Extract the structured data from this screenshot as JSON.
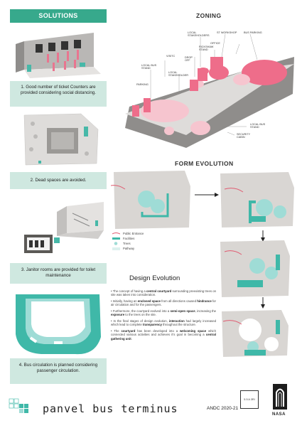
{
  "solutions": {
    "header": "SOLUTIONS",
    "items": [
      {
        "caption": "1. Good number of ticket Counters are provided considering social distancing."
      },
      {
        "caption": "2. Dead spaces are avoided."
      },
      {
        "caption": "3. Janitor rooms are provided for toilet maintenance"
      },
      {
        "caption": "4. Bus circulation is planned considering passenger circulation."
      }
    ]
  },
  "zoning": {
    "title": "ZONING",
    "labels": {
      "visitc": "VISITC",
      "local_stakeholders": "LOCAL STAKEHOLDERS",
      "st_workshop": "ST WORKSHOP",
      "bus_parking": "BUS PARKING",
      "rickshaw_stand": "RICKSHAW STAND",
      "drop_off": "DROP OFF",
      "office": "OFFICE",
      "local_bus_stand_left": "LOCAL BUS STAND",
      "local_stakeholder": "LOCAL STAKEHOLDER",
      "parking": "PARKING",
      "local_bus_stand_right": "LOCAL BUS STAND",
      "security_cabin": "SECURITY CABIN"
    }
  },
  "form_evolution": {
    "title": "FORM EVOLUTION",
    "legend": [
      {
        "label": "Public Entrance"
      },
      {
        "label": "Facilities"
      },
      {
        "label": "Trees"
      },
      {
        "label": "Pathway"
      }
    ]
  },
  "design_evolution": {
    "title": "Design Evolution",
    "bullets": [
      [
        {
          "t": "The concept of having a "
        },
        {
          "t": "central courtyard",
          "b": true
        },
        {
          "t": " surrounding preexisting trees on site was taken into consideration."
        }
      ],
      [
        {
          "t": "Initially, having an "
        },
        {
          "t": "enclosed space",
          "b": true
        },
        {
          "t": " from all directions caused "
        },
        {
          "t": "hindrance",
          "b": true
        },
        {
          "t": " for air circulation and for the passengers."
        }
      ],
      [
        {
          "t": "Furthermore, the courtyard evolved into a "
        },
        {
          "t": "semi-open space",
          "b": true
        },
        {
          "t": ", increasing the "
        },
        {
          "t": "exposure",
          "b": true
        },
        {
          "t": " to the trees on the site."
        }
      ],
      [
        {
          "t": "In the final stages of design evolution, "
        },
        {
          "t": "interaction",
          "b": true
        },
        {
          "t": " had largely increased which lead to complete "
        },
        {
          "t": "transparency",
          "b": true
        },
        {
          "t": " throughout the structure."
        }
      ],
      [
        {
          "t": "The "
        },
        {
          "t": "courtyard",
          "b": true
        },
        {
          "t": " has been developed into a "
        },
        {
          "t": "welcoming space",
          "b": true
        },
        {
          "t": " which connected various activities and achieves it's goal in becoming a "
        },
        {
          "t": "central gathering unit",
          "b": true
        },
        {
          "t": "."
        }
      ]
    ]
  },
  "footer": {
    "title": "panvel bus terminus",
    "andc": "ANDC 2020-21",
    "code": "5.5 A 3RI",
    "nasa": "NASA"
  },
  "colors": {
    "accent": "#37a98c",
    "panel": "#cfe8e0",
    "zone_pink": "#ee6d8a",
    "zone_light": "#f6c5cf",
    "teal": "#3fb8a8",
    "tree": "#9fdcd6",
    "site": "#d9d6d3"
  }
}
